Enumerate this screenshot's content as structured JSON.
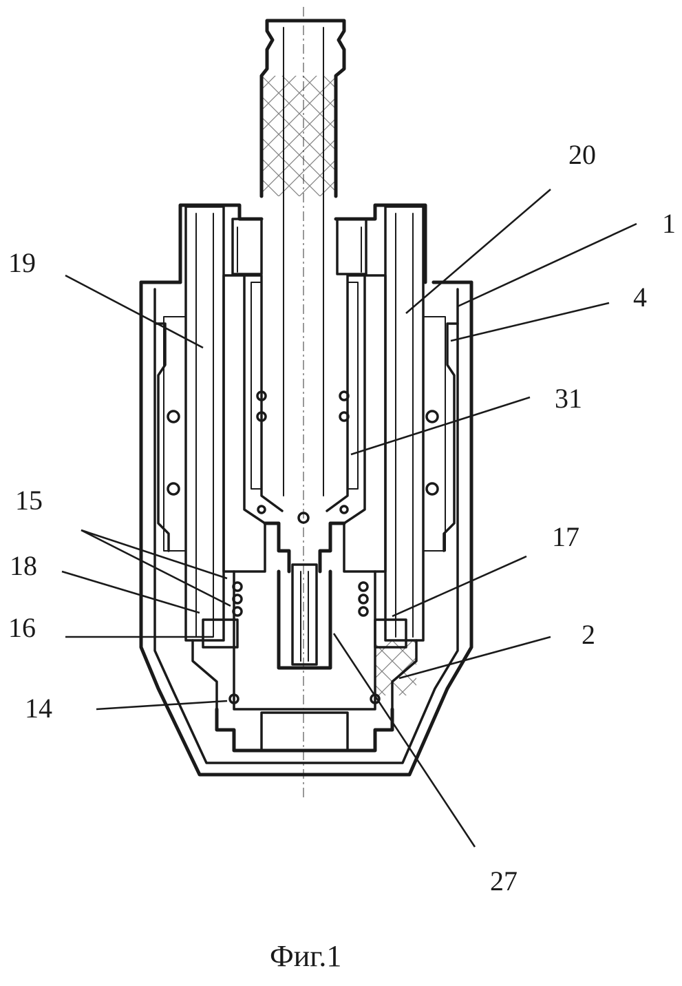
{
  "figure": {
    "caption": "Фиг.1",
    "labels": [
      {
        "id": "20",
        "text": "20"
      },
      {
        "id": "1",
        "text": "1"
      },
      {
        "id": "19",
        "text": "19"
      },
      {
        "id": "4",
        "text": "4"
      },
      {
        "id": "31",
        "text": "31"
      },
      {
        "id": "15",
        "text": "15"
      },
      {
        "id": "17",
        "text": "17"
      },
      {
        "id": "18",
        "text": "18"
      },
      {
        "id": "16",
        "text": "16"
      },
      {
        "id": "2",
        "text": "2"
      },
      {
        "id": "14",
        "text": "14"
      },
      {
        "id": "27",
        "text": "27"
      }
    ]
  }
}
